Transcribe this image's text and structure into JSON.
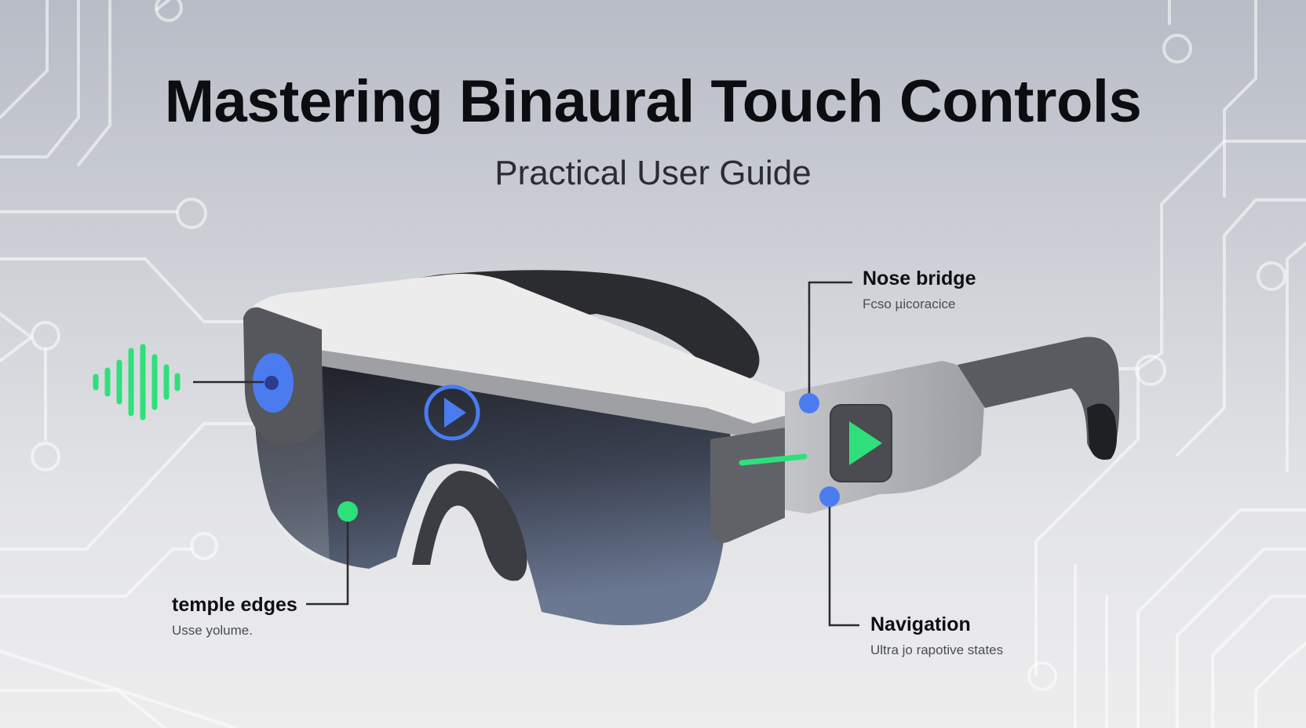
{
  "title": "Mastering Binaural Touch Controls",
  "subtitle": "Practical User Guide",
  "callouts": {
    "temple": {
      "label": "temple edges",
      "sub": "Usse yolume."
    },
    "nose": {
      "label": "Nose bridge",
      "sub": "Fcso µicoracice"
    },
    "navigation": {
      "label": "Navigation",
      "sub": "Ultra jo rapotive states"
    }
  },
  "icons": [
    "sound-wave-icon",
    "play-icon",
    "play-icon"
  ],
  "colors": {
    "accent_blue": "#4a7cf0",
    "accent_green": "#2fe07a",
    "frame_dark": "#2a2b2f",
    "frame_light": "#eeeeee"
  }
}
